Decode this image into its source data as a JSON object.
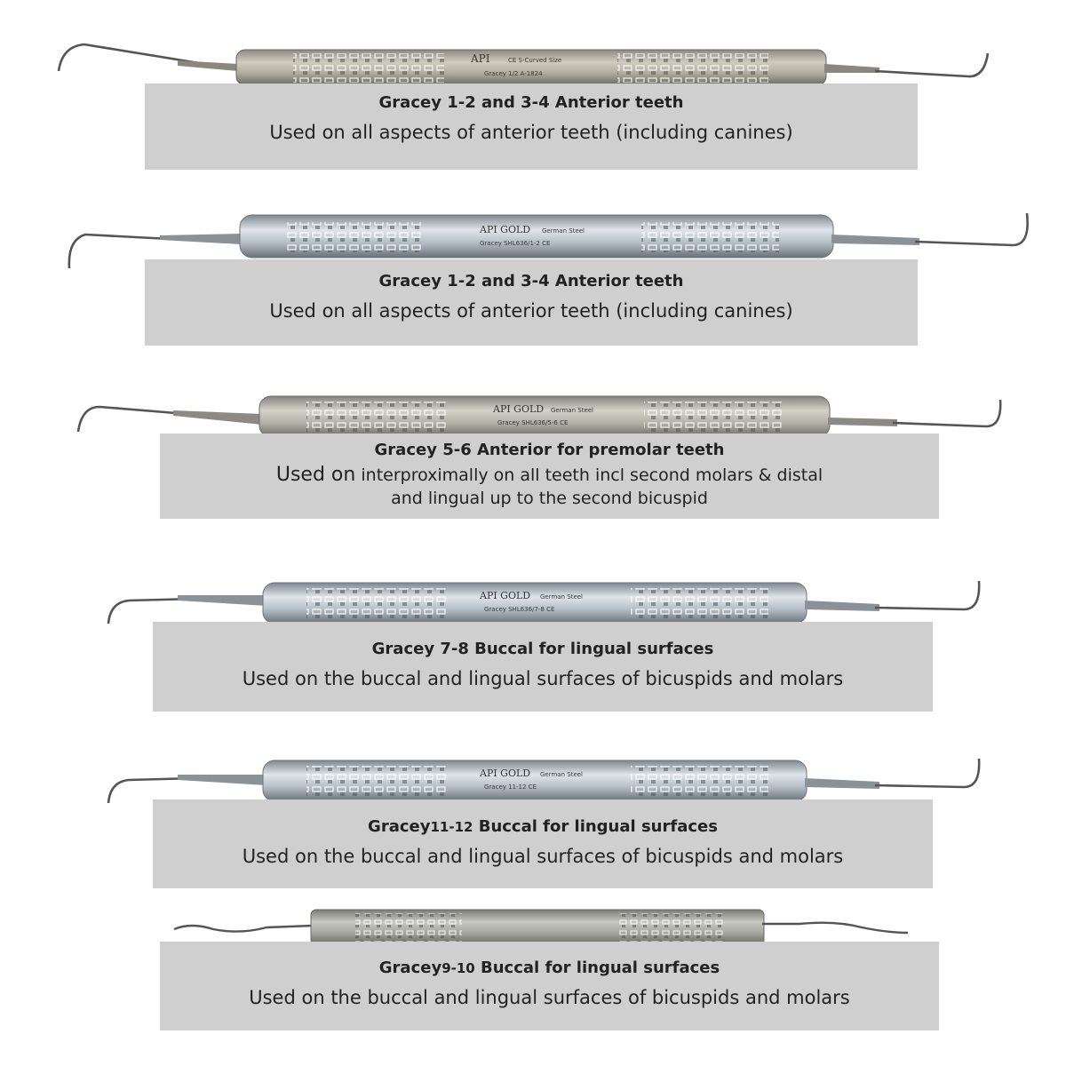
{
  "colors": {
    "caption_bg": "#cfcfcf",
    "text": "#222222",
    "steel_light": "#c9cfd4",
    "steel_mid": "#9aa3aa",
    "steel_dark": "#6f777e",
    "steel_warm": "#b9b6ae"
  },
  "instruments": [
    {
      "stamp_brand": "API",
      "stamp_line1": "CE  S-Curved Size",
      "stamp_line2": "Gracey 1/2  A-1824",
      "caption": {
        "title": "Gracey 1-2 and 3-4 Anterior teeth",
        "desc": "Used on all aspects of anterior teeth (including canines)"
      }
    },
    {
      "stamp_brand": "API GOLD",
      "stamp_line1": "German Steel",
      "stamp_line2": "Gracey  SHL636/1-2  CE",
      "caption": {
        "title": "Gracey 1-2 and 3-4 Anterior teeth",
        "desc": "Used on all aspects of anterior teeth (including canines)"
      }
    },
    {
      "stamp_brand": "API GOLD",
      "stamp_line1": "German Steel",
      "stamp_line2": "Gracey  SHL636/5-6  CE",
      "caption": {
        "title": "Gracey 5-6 Anterior for premolar teeth",
        "desc_lead": "Used on",
        "desc_line1": " interproximally on all teeth incl second molars & distal",
        "desc_line2": "and lingual up to the second bicuspid"
      }
    },
    {
      "stamp_brand": "API GOLD",
      "stamp_line1": "German Steel",
      "stamp_line2": "Gracey  SHL636/7-8  CE",
      "caption": {
        "title": "Gracey 7-8 Buccal for lingual surfaces",
        "desc": "Used on the buccal and lingual surfaces of bicuspids and molars"
      }
    },
    {
      "stamp_brand": "API GOLD",
      "stamp_line1": "German Steel",
      "stamp_line2": "Gracey  11-12  CE",
      "caption": {
        "title_a": "Gracey",
        "title_num": "11-12",
        "title_b": " Buccal for lingual surfaces",
        "desc": "Used on the buccal and lingual surfaces of bicuspids and molars"
      }
    },
    {
      "caption": {
        "title_a": "Gracey",
        "title_num": "9-10",
        "title_b": " Buccal for lingual surfaces",
        "desc": "Used on the buccal and lingual surfaces of bicuspids and molars"
      }
    }
  ]
}
